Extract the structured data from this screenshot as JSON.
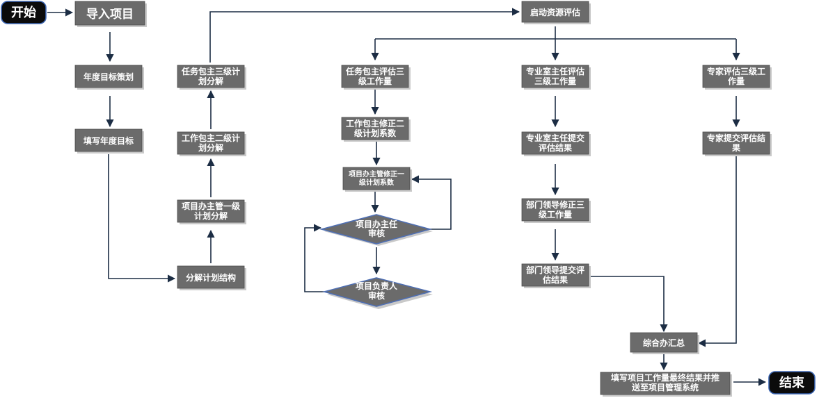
{
  "nodes": {
    "start": "开始",
    "import_project": "导入项目",
    "annual_target_plan": "年度目标策划",
    "fill_annual_target": "填写年度目标",
    "decompose_plan_structure": "分解计划结构",
    "pm_level1_plan": [
      "项目办主管一级",
      "计划分解"
    ],
    "wp_level2_plan": [
      "工作包主二级计",
      "划分解"
    ],
    "task_level3_plan": [
      "任务包主三级计",
      "划分解"
    ],
    "start_resource_eval": "启动资源评估",
    "task_eval_level3": [
      "任务包主评估三",
      "级工作量"
    ],
    "wp_adjust_level2": [
      "工作包主修正二",
      "级计划系数"
    ],
    "pm_adjust_level1": [
      "项目办主管修正一",
      "级计划系数"
    ],
    "pm_lead_review": [
      "项目办主任",
      "审核"
    ],
    "pm_owner_review": [
      "项目负责人",
      "审核"
    ],
    "dept_director_eval": [
      "专业室主任评估",
      "三级工作量"
    ],
    "dept_director_submit": [
      "专业室主任提交",
      "评估结果"
    ],
    "leader_adjust": [
      "部门领导修正三",
      "级工作量"
    ],
    "leader_submit": [
      "部门领导提交评",
      "估结果"
    ],
    "expert_eval": [
      "专家评估三级工",
      "作量"
    ],
    "expert_submit": [
      "专家提交评估结",
      "果"
    ],
    "general_office_summary": "综合办汇总",
    "fill_final_result": [
      "填写项目工作量最终结果并推",
      "送至项目管理系统"
    ],
    "end": "结束"
  }
}
